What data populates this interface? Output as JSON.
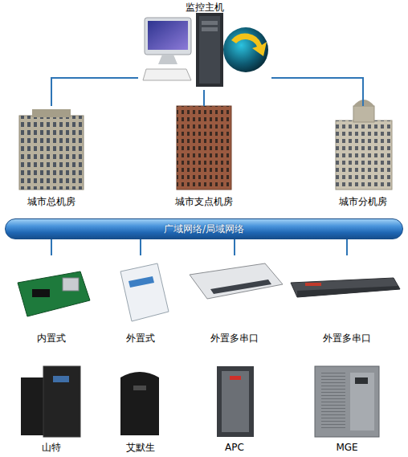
{
  "diagram": {
    "nodes": [
      {
        "text": [
          "监控主机"
        ]
      },
      {
        "text": [
          "城市总机房"
        ]
      },
      {
        "text": [
          "城市支点机房"
        ]
      },
      {
        "text": [
          "城市分机房"
        ]
      },
      {
        "text": [
          "广域网络/局域网络"
        ]
      },
      {
        "text": [
          "内置式"
        ]
      },
      {
        "text": [
          "外置式"
        ]
      },
      {
        "text": [
          "外置多串口"
        ]
      },
      {
        "text": [
          "外置多串口"
        ]
      },
      {
        "text": [
          "山特"
        ]
      },
      {
        "text": [
          "艾默生"
        ]
      },
      {
        "text": [
          "APC"
        ]
      },
      {
        "text": [
          "MGE"
        ]
      }
    ],
    "edges": [
      {
        "from": 0,
        "to": 1,
        "arrow": "none"
      },
      {
        "from": 0,
        "to": 2,
        "arrow": "none"
      },
      {
        "from": 0,
        "to": 3,
        "arrow": "none"
      },
      {
        "from": 4,
        "to": 5,
        "arrow": "none"
      },
      {
        "from": 4,
        "to": 6,
        "arrow": "none"
      },
      {
        "from": 4,
        "to": 7,
        "arrow": "none"
      },
      {
        "from": 4,
        "to": 8,
        "arrow": "none"
      }
    ]
  }
}
